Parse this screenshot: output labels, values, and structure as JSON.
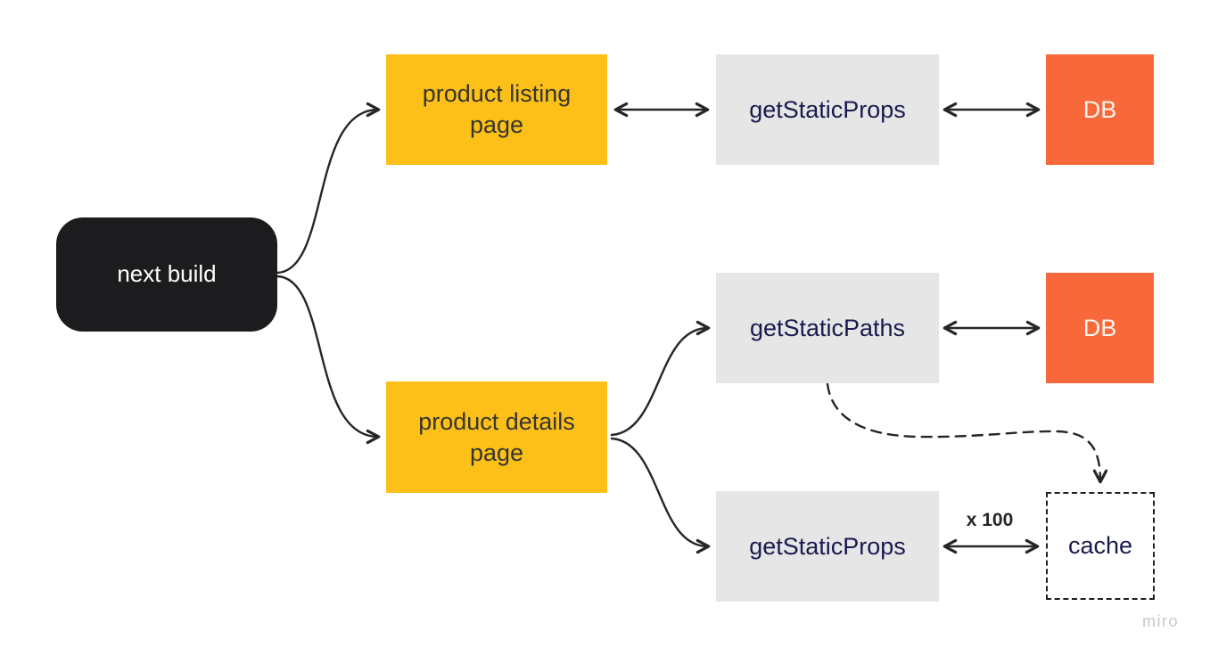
{
  "board": {
    "watermark": "miro"
  },
  "colors": {
    "node_black": "#1c1c1e",
    "node_yellow": "#fcc019",
    "node_gray": "#e6e6e6",
    "node_orange": "#f9683b",
    "cache_border": "#1f1f1f",
    "text_navy": "#1a1a4e",
    "text_on_yellow": "#373530",
    "text_white": "#ffffff",
    "connector": "#262626",
    "watermark_gray": "#c9c9c9"
  },
  "nodes": [
    {
      "id": "next-build",
      "label": "next build",
      "shape": "rounded-rect",
      "fill": "black"
    },
    {
      "id": "product-listing-page",
      "label": "product listing page",
      "shape": "rect",
      "fill": "yellow"
    },
    {
      "id": "get-static-props-listing",
      "label": "getStaticProps",
      "shape": "rect",
      "fill": "gray"
    },
    {
      "id": "db-listing",
      "label": "DB",
      "shape": "rect",
      "fill": "orange"
    },
    {
      "id": "get-static-paths",
      "label": "getStaticPaths",
      "shape": "rect",
      "fill": "gray"
    },
    {
      "id": "db-paths",
      "label": "DB",
      "shape": "rect",
      "fill": "orange"
    },
    {
      "id": "product-details-page",
      "label": "product details page",
      "shape": "rect",
      "fill": "yellow"
    },
    {
      "id": "get-static-props-details",
      "label": "getStaticProps",
      "shape": "rect",
      "fill": "gray"
    },
    {
      "id": "cache",
      "label": "cache",
      "shape": "dashed-rect",
      "fill": "white"
    }
  ],
  "edges": {
    "x100_label": "x 100",
    "list": [
      {
        "from": "next-build",
        "to": "product-listing-page",
        "style": "curved",
        "arrows": "end"
      },
      {
        "from": "next-build",
        "to": "product-details-page",
        "style": "curved",
        "arrows": "end"
      },
      {
        "from": "product-listing-page",
        "to": "get-static-props-listing",
        "style": "straight",
        "arrows": "both"
      },
      {
        "from": "get-static-props-listing",
        "to": "db-listing",
        "style": "straight",
        "arrows": "both"
      },
      {
        "from": "product-details-page",
        "to": "get-static-paths",
        "style": "curved",
        "arrows": "end"
      },
      {
        "from": "product-details-page",
        "to": "get-static-props-details",
        "style": "curved",
        "arrows": "end"
      },
      {
        "from": "get-static-paths",
        "to": "db-paths",
        "style": "straight",
        "arrows": "both"
      },
      {
        "from": "get-static-props-details",
        "to": "cache",
        "style": "straight",
        "arrows": "both",
        "label": "x 100"
      },
      {
        "from": "get-static-paths",
        "to": "cache",
        "style": "dashed-curved",
        "arrows": "end"
      }
    ]
  }
}
